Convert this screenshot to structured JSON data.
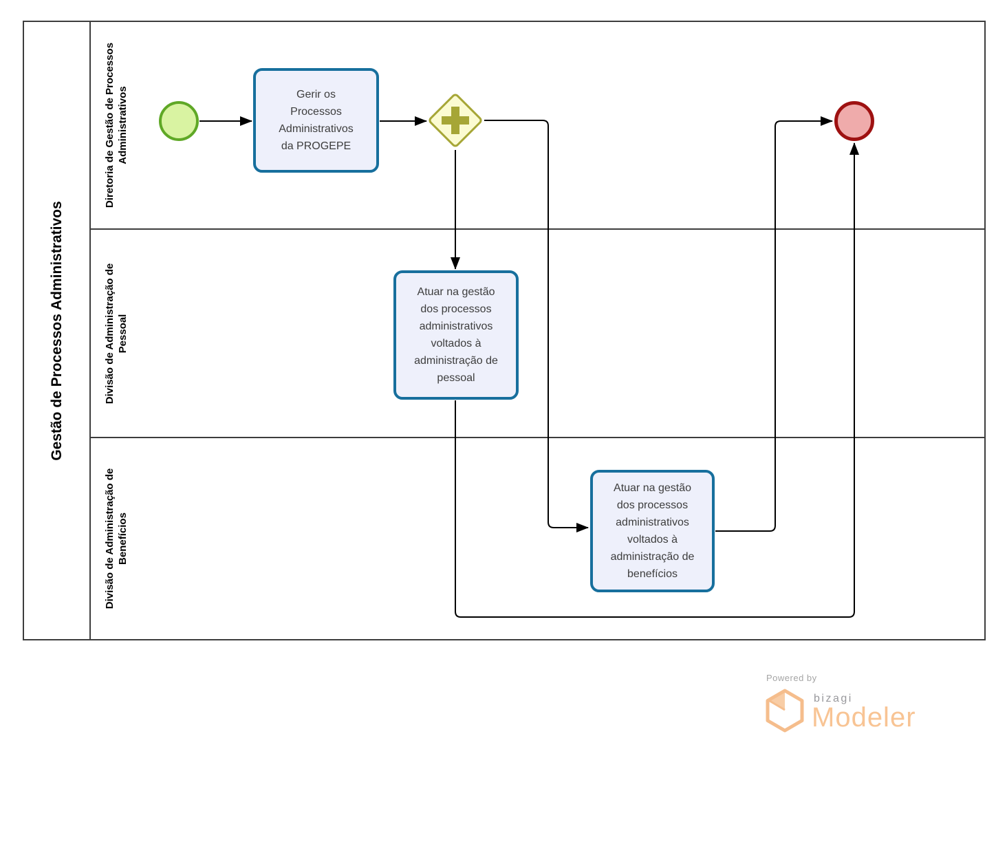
{
  "pool": {
    "title": "Gestão de Processos Administrativos",
    "lanes": [
      {
        "label": "Diretoria de Gestão de Processos Administrativos"
      },
      {
        "label": "Divisão de Administração de Pessoal"
      },
      {
        "label": "Divisão de Administração de Benefícios"
      }
    ]
  },
  "nodes": {
    "start_event": {
      "type": "start-event"
    },
    "task1": {
      "label": "Gerir os Processos Administrativos da PROGEPE"
    },
    "gateway": {
      "type": "parallel-gateway",
      "icon": "plus-icon"
    },
    "task2": {
      "label": "Atuar na gestão dos processos administrativos voltados à administração de pessoal"
    },
    "task3": {
      "label": "Atuar na gestão dos processos administrativos voltados à administração de benefícios"
    },
    "end_event": {
      "type": "end-event"
    }
  },
  "footer": {
    "powered_by": "Powered by",
    "brand": "bizagi",
    "product": "Modeler"
  },
  "colors": {
    "task_fill": "#eef0fb",
    "task_border": "#176f9d",
    "gateway_fill": "#fbfbd1",
    "gateway_border": "#a6a636",
    "start_fill": "#d9f3a2",
    "start_border": "#5fa826",
    "end_fill": "#efabab",
    "end_border": "#9e1111",
    "flow_line": "#000000",
    "pool_border": "#3d3d3d",
    "logo_orange": "#f8c494",
    "logo_gray": "#98989c"
  }
}
